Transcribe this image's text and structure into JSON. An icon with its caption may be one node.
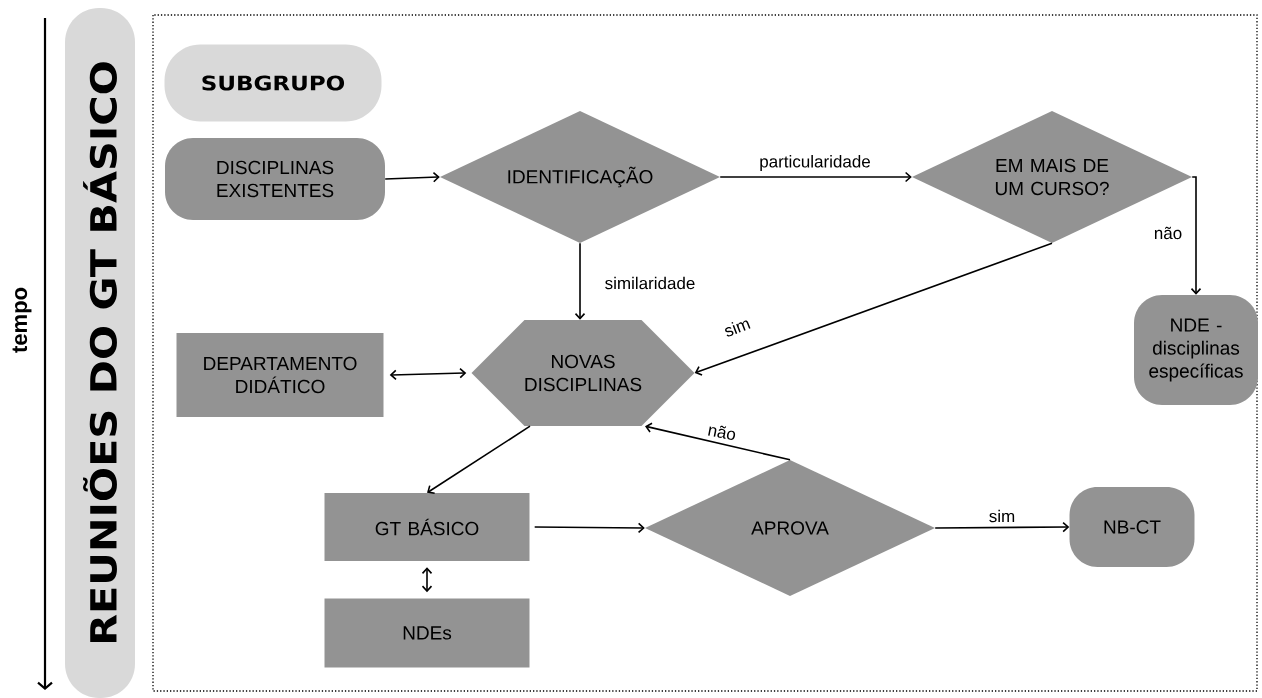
{
  "diagram": {
    "nodes": [
      {
        "text": [
          "REUNIÕES DO GT BÁSICO"
        ]
      },
      {
        "text": [
          "SUBGRUPO"
        ]
      },
      {
        "text": [
          "DISCIPLINAS EXISTENTES"
        ]
      },
      {
        "text": [
          "IDENTIFICAÇÃO"
        ]
      },
      {
        "text": [
          "EM MAIS DE UM CURSO?"
        ]
      },
      {
        "text": [
          "DEPARTAMENTO DIDÁTICO"
        ]
      },
      {
        "text": [
          "NOVAS DISCIPLINAS"
        ]
      },
      {
        "text": [
          "NDE - disciplinas específicas"
        ]
      },
      {
        "text": [
          "GT BÁSICO"
        ]
      },
      {
        "text": [
          "APROVA"
        ]
      },
      {
        "text": [
          "NB-CT"
        ]
      },
      {
        "text": [
          "NDEs"
        ]
      }
    ],
    "edges": [
      {
        "from": 2,
        "to": 3,
        "arrow": "to"
      },
      {
        "from": 3,
        "to": 4,
        "arrow": "to",
        "label": "particularidade"
      },
      {
        "from": 4,
        "to": 7,
        "arrow": "to",
        "label": "não"
      },
      {
        "from": 3,
        "to": 6,
        "arrow": "to",
        "label": "similaridade"
      },
      {
        "from": 4,
        "to": 6,
        "arrow": "to",
        "label": "sim"
      },
      {
        "from": 5,
        "to": 6,
        "arrow": "both"
      },
      {
        "from": 6,
        "to": 8,
        "arrow": "to"
      },
      {
        "from": 8,
        "to": 9,
        "arrow": "to"
      },
      {
        "from": 9,
        "to": 10,
        "arrow": "to",
        "label": "sim"
      },
      {
        "from": 9,
        "to": 6,
        "arrow": "to",
        "label": "não"
      },
      {
        "from": 8,
        "to": 11,
        "arrow": "both"
      }
    ],
    "labels": [
      "tempo"
    ]
  }
}
